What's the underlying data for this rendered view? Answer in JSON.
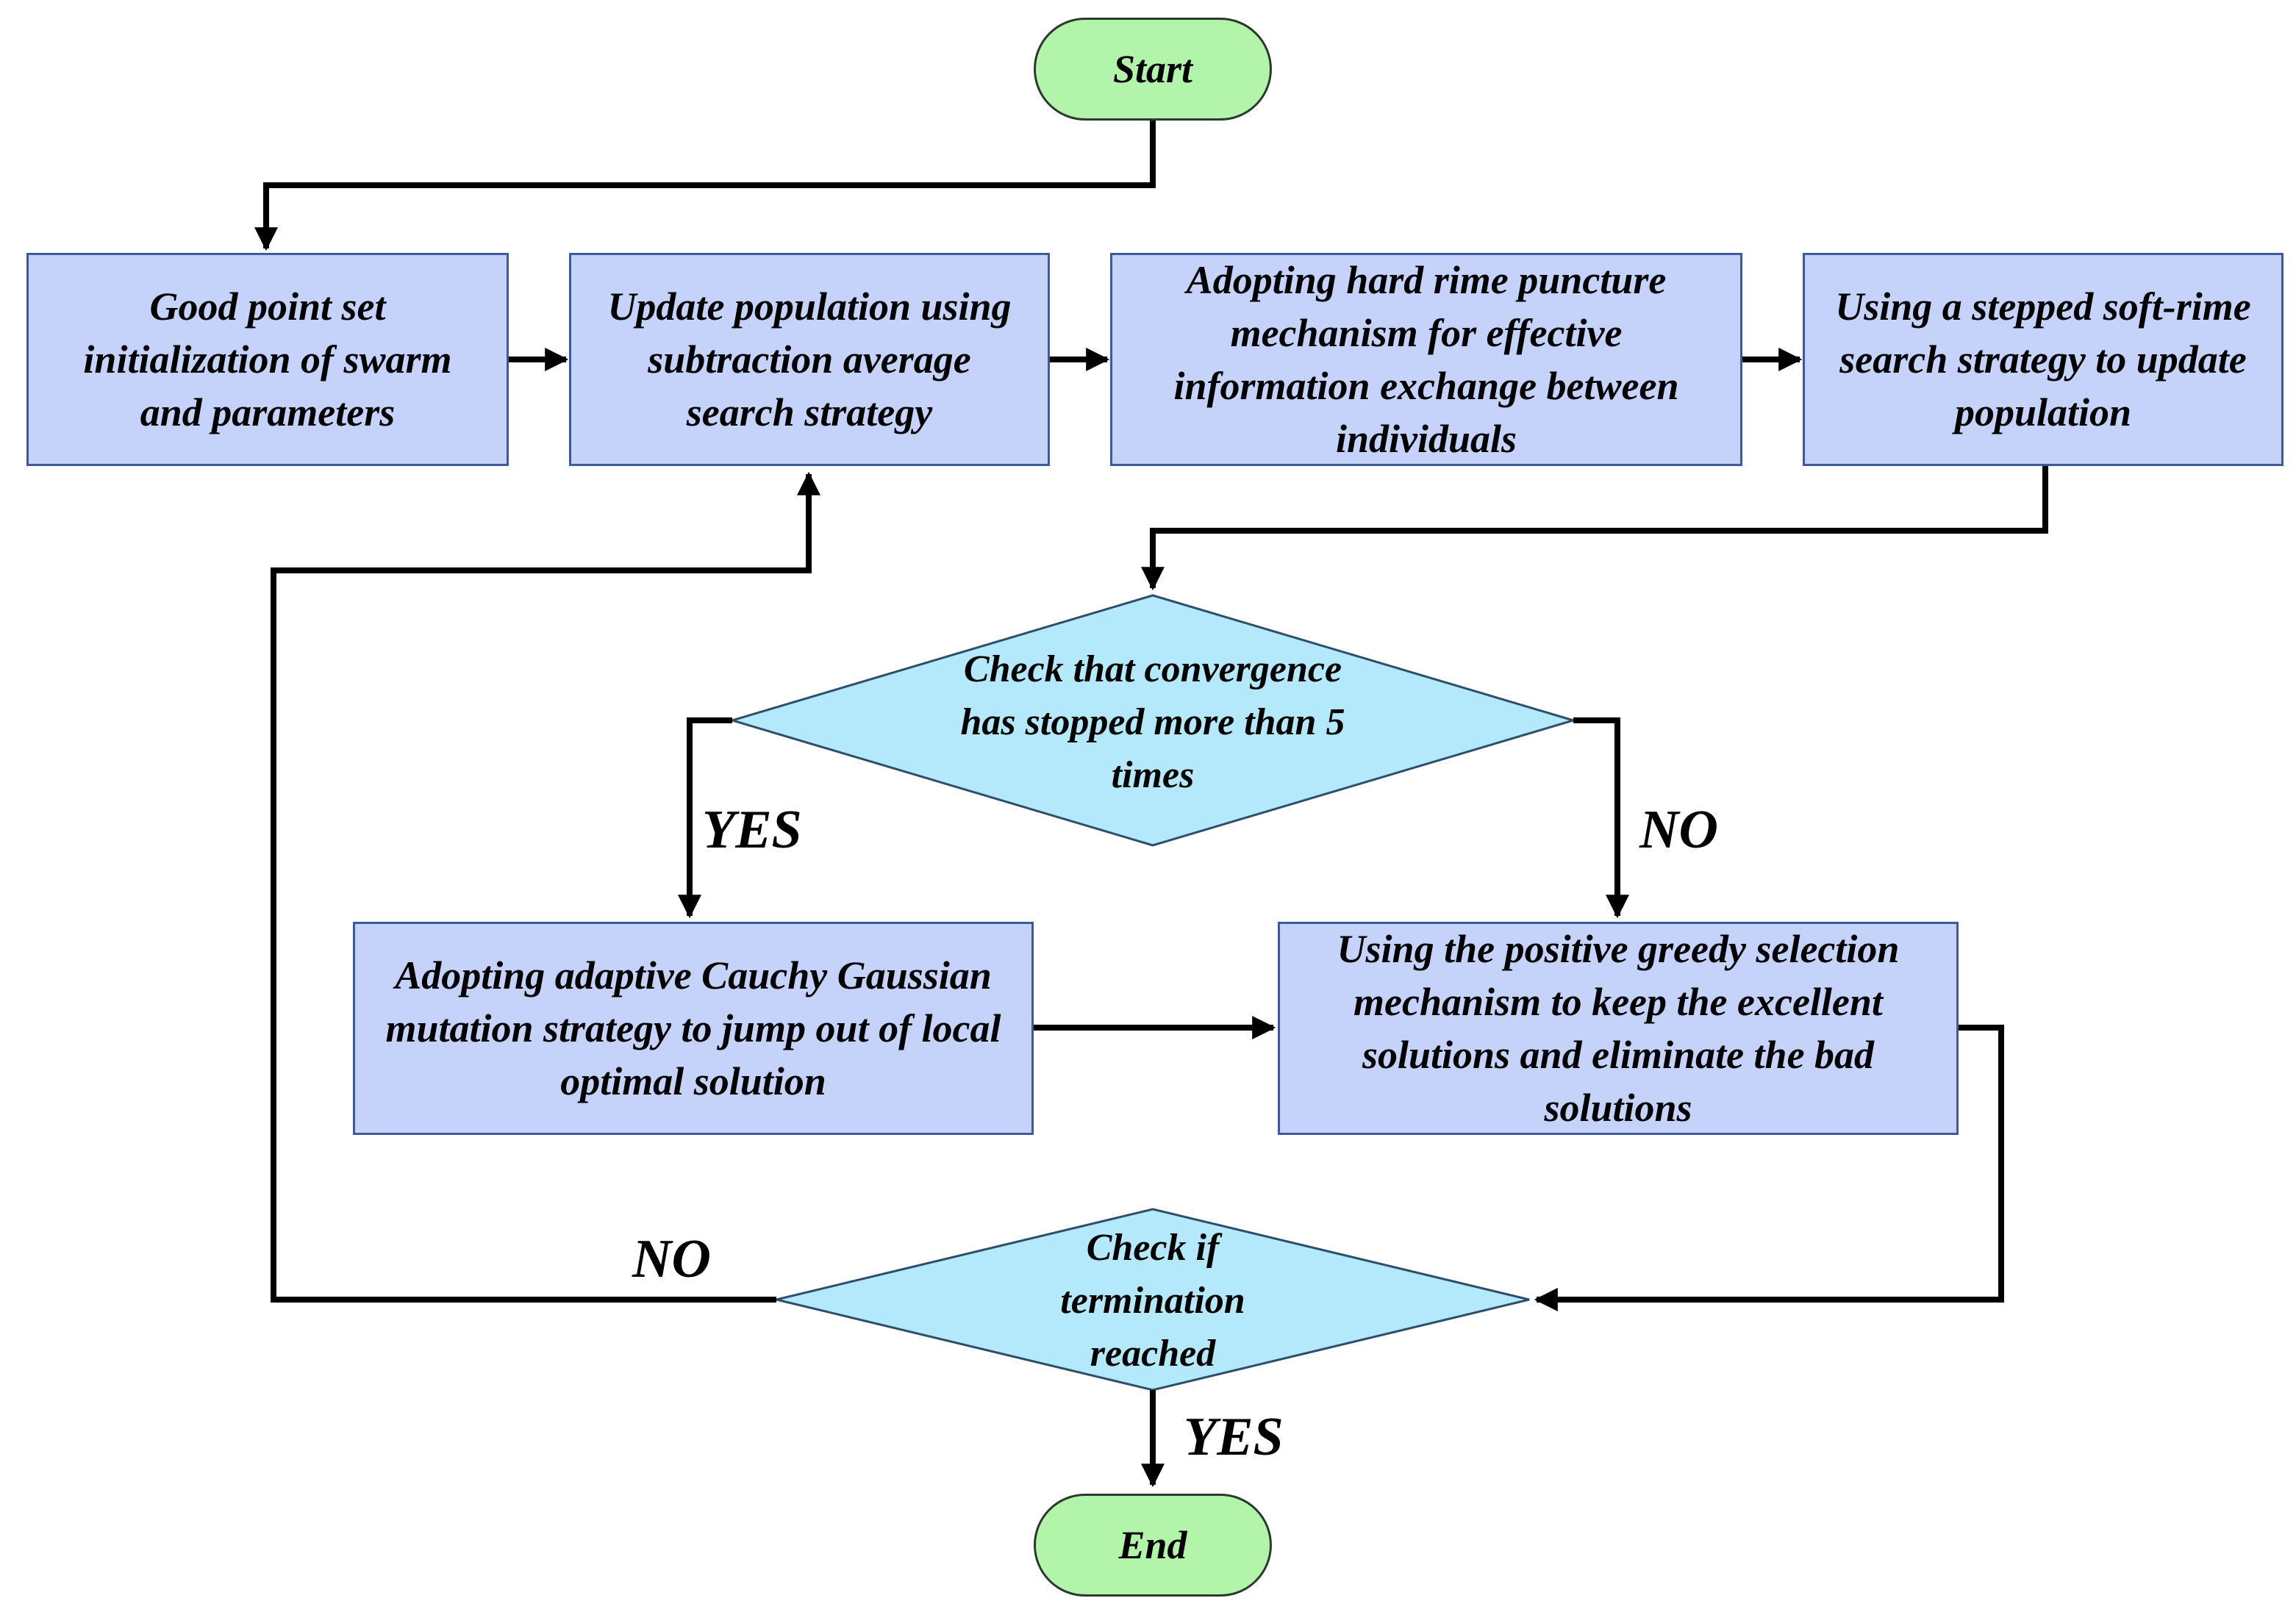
{
  "nodes": {
    "start": "Start",
    "init": "Good point set initialization of swarm and parameters",
    "update": "Update population using subtraction average search strategy",
    "hard_rime": "Adopting hard rime puncture mechanism for effective information exchange between individuals",
    "soft_rime": "Using a stepped soft-rime search strategy to update population",
    "check_convergence": "Check that convergence has stopped more than 5 times",
    "mutation": "Adopting adaptive Cauchy Gaussian mutation strategy to jump out of local optimal solution",
    "greedy": "Using the positive greedy selection mechanism to keep the excellent solutions and eliminate the bad solutions",
    "check_termination": "Check if termination reached",
    "end": "End"
  },
  "edge_labels": {
    "convergence_yes": "YES",
    "convergence_no": "NO",
    "termination_no": "NO",
    "termination_yes": "YES"
  },
  "colors": {
    "process_fill": "#c5d3fb",
    "process_border": "#3e5a9e",
    "decision_fill": "#b3e9fb",
    "terminal_fill": "#b2f4aa",
    "line": "#000000"
  }
}
